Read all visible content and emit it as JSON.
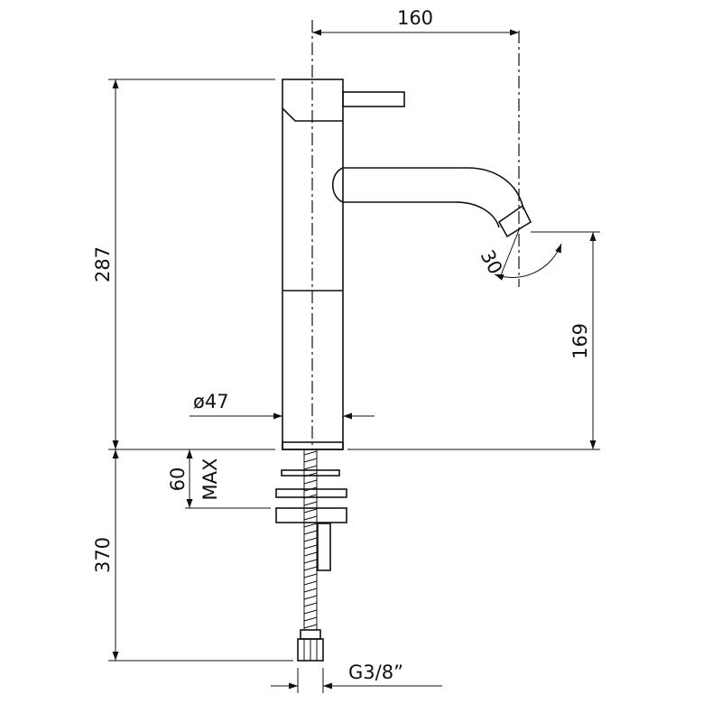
{
  "dimensions": {
    "spout_reach": "160",
    "total_height": "287",
    "spout_height": "169",
    "angle": "30",
    "body_diameter": "ø47",
    "deck_thickness_value": "60",
    "deck_thickness_unit": "MAX",
    "hose_length": "370",
    "connection": "G3/8”"
  }
}
